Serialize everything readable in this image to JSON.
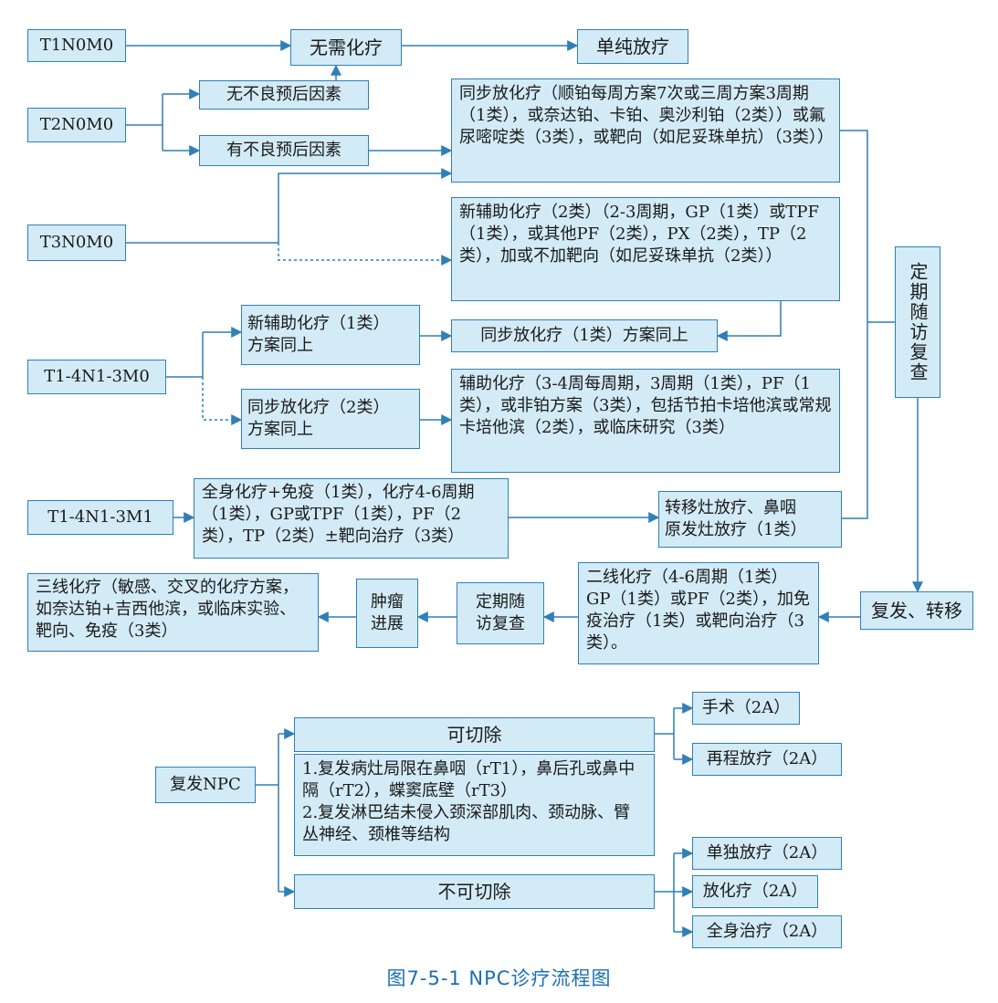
{
  "nodes": {
    "t1n0m0": "T1N0M0",
    "no_chemo": "无需化疗",
    "rt_only": "单纯放疗",
    "t2n0m0": "T2N0M0",
    "no_bad_factor": "无不良预后因素",
    "bad_factor": "有不良预后因素",
    "concurrent_detail": "同步放化疗（顺铂每周方案7次或三周方案3周期（1类），或奈达铂、卡铂、奥沙利铂（2类））或氟尿嘧啶类（3类），或靶向（如尼妥珠单抗）（3类））",
    "t3n0m0": "T3N0M0",
    "neoadj_detail": "新辅助化疗（2类）（2-3周期，GP（1类）或TPF（1类），或其他PF（2类），PX（2类），TP（2类），加或不加靶向（如尼妥珠单抗（2类））",
    "followup_vertical": "定期随访复查",
    "t14n13m0": "T1-4N1-3M0",
    "neoadj_same": "新辅助化疗（1类）\n方案同上",
    "concurrent_same_1": "同步放化疗（1类）方案同上",
    "concurrent_same_2": "同步放化疗（2类）\n方案同上",
    "adjuvant_detail": "辅助化疗（3-4周每周期，3周期（1类），PF（1类），或非铂方案（3类），包括节拍卡培他滨或常规卡培他滨（2类），或临床研究（3类）",
    "t14n13m1": "T1-4N1-3M1",
    "systemic_detail": "全身化疗+免疫（1类），化疗4-6周期（1类），GP或TPF（1类），PF（2类），TP（2类）±靶向治疗（3类）",
    "metastasis_rt": "转移灶放疗、鼻咽\n原发灶放疗（1类）",
    "relapse_mets": "复发、转移",
    "second_line": "二线化疗（4-6周期（1类）GP（1类）或PF（2类），加免疫治疗（1类）或靶向治疗（3类）。",
    "followup_h": "定期随\n访复查",
    "progression": "肿瘤\n进展",
    "third_line": "三线化疗（敏感、交叉的化疗方案，如奈达铂+吉西他滨，或临床实验、靶向、免疫（3类）",
    "recurrent_npc": "复发NPC",
    "resectable": "可切除",
    "criteria": "1.复发病灶局限在鼻咽（rT1），鼻后孔或鼻中隔（rT2），蝶窦底壁（rT3）\n2.复发淋巴结未侵入颈深部肌肉、颈动脉、臂丛神经、颈椎等结构",
    "unresectable": "不可切除",
    "surgery": "手术（2A）",
    "re_rt": "再程放疗（2A）",
    "rt_alone": "单独放疗（2A）",
    "chemo_rt": "放化疗（2A）",
    "systemic_tx": "全身治疗（2A）"
  },
  "caption": "图7-5-1 NPC诊疗流程图",
  "colors": {
    "fill": "#d3ebf7",
    "border": "#2f7fb8",
    "caption": "#1a6fb5"
  }
}
